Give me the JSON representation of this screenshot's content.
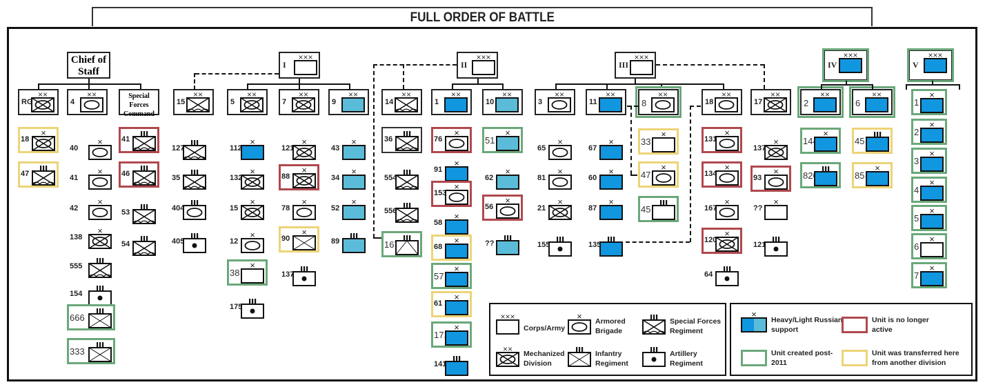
{
  "title": "FULL ORDER OF BATTLE",
  "colors": {
    "heavy_russian": "#1196e0",
    "light_russian": "#5bbcd9",
    "inactive": "#b0484e",
    "created_post_2011": "#6aa87a",
    "transferred": "#ecd477",
    "line": "#111111"
  },
  "commands": [
    {
      "id": "chief-of-staff",
      "label": "Chief of Staff",
      "type": "text"
    },
    {
      "id": "corps-1",
      "label": "I",
      "echelon": "XXX",
      "fill": "none"
    },
    {
      "id": "corps-2",
      "label": "II",
      "echelon": "XXX",
      "fill": "none"
    },
    {
      "id": "corps-3",
      "label": "III",
      "echelon": "XXX",
      "fill": "none"
    },
    {
      "id": "corps-4",
      "label": "IV",
      "echelon": "XXX",
      "fill": "heavy",
      "status": "created"
    },
    {
      "id": "corps-5",
      "label": "V",
      "echelon": "XXX",
      "fill": "heavy",
      "status": "created"
    }
  ],
  "divisions": [
    {
      "id": "div-rg",
      "label": "RG",
      "parent": "chief-of-staff",
      "echelon": "XX",
      "symbol": "mech"
    },
    {
      "id": "div-4",
      "label": "4",
      "parent": "chief-of-staff",
      "echelon": "XX",
      "symbol": "armor"
    },
    {
      "id": "div-sfc",
      "label": "Special Forces Command",
      "parent": "chief-of-staff",
      "type": "text"
    },
    {
      "id": "div-15",
      "label": "15",
      "parent": "corps-1",
      "echelon": "XX",
      "symbol": "sf",
      "link": "dashed"
    },
    {
      "id": "div-5",
      "label": "5",
      "parent": "corps-1",
      "echelon": "XX",
      "symbol": "mech"
    },
    {
      "id": "div-7",
      "label": "7",
      "parent": "corps-1",
      "echelon": "XX",
      "symbol": "mech"
    },
    {
      "id": "div-9",
      "label": "9",
      "parent": "corps-1",
      "echelon": "XX",
      "symbol": "light"
    },
    {
      "id": "div-14",
      "label": "14",
      "parent": "corps-2",
      "echelon": "XX",
      "symbol": "sf",
      "link": "dashed"
    },
    {
      "id": "div-1",
      "label": "1",
      "parent": "corps-2",
      "echelon": "XX",
      "symbol": "heavy"
    },
    {
      "id": "div-10",
      "label": "10",
      "parent": "corps-2",
      "echelon": "XX",
      "symbol": "light"
    },
    {
      "id": "div-3",
      "label": "3",
      "parent": "corps-3",
      "echelon": "XX",
      "symbol": "armor"
    },
    {
      "id": "div-11",
      "label": "11",
      "parent": "corps-3",
      "echelon": "XX",
      "symbol": "heavy"
    },
    {
      "id": "div-8",
      "label": "8",
      "parent": "corps-3",
      "echelon": "XX",
      "symbol": "armor",
      "status": "created"
    },
    {
      "id": "div-18",
      "label": "18",
      "parent": "corps-3",
      "echelon": "XX",
      "symbol": "armor"
    },
    {
      "id": "div-17",
      "label": "17",
      "parent": "corps-3",
      "echelon": "XX",
      "symbol": "mech",
      "link": "dashed"
    },
    {
      "id": "div-2",
      "label": "2",
      "parent": "corps-4",
      "echelon": "XX",
      "symbol": "heavy",
      "status": "created"
    },
    {
      "id": "div-6",
      "label": "6",
      "parent": "corps-4",
      "echelon": "XX",
      "symbol": "heavy",
      "status": "created"
    }
  ],
  "columns": [
    {
      "division": "div-rg",
      "units": [
        {
          "label": "18",
          "echelon": "X",
          "symbol": "mech",
          "status": "transferred"
        },
        {
          "label": "47",
          "echelon": "III",
          "symbol": "sf",
          "status": "transferred"
        }
      ]
    },
    {
      "division": "div-4",
      "units": [
        {
          "label": "40",
          "echelon": "X",
          "symbol": "armor"
        },
        {
          "label": "41",
          "echelon": "X",
          "symbol": "armor"
        },
        {
          "label": "42",
          "echelon": "X",
          "symbol": "armor"
        },
        {
          "label": "138",
          "echelon": "X",
          "symbol": "mech"
        },
        {
          "label": "555",
          "echelon": "III",
          "symbol": "sf"
        },
        {
          "label": "154",
          "echelon": "III",
          "symbol": "artillery"
        },
        {
          "label": "666",
          "echelon": "III",
          "symbol": "infantry",
          "status": "created"
        },
        {
          "label": "333",
          "echelon": "III",
          "symbol": "infantry",
          "status": "created"
        }
      ]
    },
    {
      "division": "div-sfc",
      "units": [
        {
          "label": "41",
          "echelon": "III",
          "symbol": "sf",
          "status": "inactive"
        },
        {
          "label": "46",
          "echelon": "III",
          "symbol": "sf",
          "status": "inactive"
        },
        {
          "label": "53",
          "echelon": "III",
          "symbol": "sf"
        },
        {
          "label": "54",
          "echelon": "III",
          "symbol": "sf"
        }
      ]
    },
    {
      "division": "div-15",
      "units": [
        {
          "label": "127",
          "echelon": "III",
          "symbol": "sf"
        },
        {
          "label": "35",
          "echelon": "III",
          "symbol": "sf"
        },
        {
          "label": "404",
          "echelon": "III",
          "symbol": "armor"
        },
        {
          "label": "405",
          "echelon": "III",
          "symbol": "artillery"
        }
      ]
    },
    {
      "division": "div-5",
      "units": [
        {
          "label": "112",
          "echelon": "X",
          "symbol": "heavy"
        },
        {
          "label": "132",
          "echelon": "X",
          "symbol": "mech"
        },
        {
          "label": "15",
          "echelon": "X",
          "symbol": "mech"
        },
        {
          "label": "12",
          "echelon": "X",
          "symbol": "armor"
        },
        {
          "label": "38",
          "echelon": "X",
          "symbol": "empty",
          "status": "created"
        },
        {
          "label": "175",
          "echelon": "III",
          "symbol": "artillery"
        }
      ]
    },
    {
      "division": "div-7",
      "units": [
        {
          "label": "121",
          "echelon": "X",
          "symbol": "mech"
        },
        {
          "label": "88",
          "echelon": "X",
          "symbol": "mech",
          "status": "inactive"
        },
        {
          "label": "78",
          "echelon": "X",
          "symbol": "armor"
        },
        {
          "label": "90",
          "echelon": "X",
          "symbol": "infantry",
          "status": "transferred"
        },
        {
          "label": "137",
          "echelon": "III",
          "symbol": "artillery"
        }
      ]
    },
    {
      "division": "div-9",
      "units": [
        {
          "label": "43",
          "echelon": "X",
          "symbol": "light"
        },
        {
          "label": "34",
          "echelon": "X",
          "symbol": "light"
        },
        {
          "label": "52",
          "echelon": "X",
          "symbol": "light"
        },
        {
          "label": "89",
          "echelon": "III",
          "symbol": "light"
        }
      ]
    },
    {
      "division": "div-14",
      "units": [
        {
          "label": "36",
          "echelon": "III",
          "symbol": "sf",
          "boxed": true
        },
        {
          "label": "554",
          "echelon": "III",
          "symbol": "sf"
        },
        {
          "label": "556",
          "echelon": "III",
          "symbol": "sf"
        },
        {
          "label": "167",
          "echelon": "III",
          "symbol": "infantry-half",
          "status": "created"
        }
      ]
    },
    {
      "division": "div-1",
      "units": [
        {
          "label": "76",
          "echelon": "X",
          "symbol": "armor",
          "status": "inactive"
        },
        {
          "label": "91",
          "echelon": "X",
          "symbol": "heavy"
        },
        {
          "label": "153",
          "echelon": "X",
          "symbol": "armor",
          "status": "inactive"
        },
        {
          "label": "58",
          "echelon": "X",
          "symbol": "heavy"
        },
        {
          "label": "68",
          "echelon": "X",
          "symbol": "heavy",
          "status": "transferred"
        },
        {
          "label": "57",
          "echelon": "X",
          "symbol": "heavy",
          "status": "created"
        },
        {
          "label": "61",
          "echelon": "X",
          "symbol": "heavy",
          "status": "transferred"
        },
        {
          "label": "171",
          "echelon": "X",
          "symbol": "heavy",
          "status": "created"
        },
        {
          "label": "141",
          "echelon": "III",
          "symbol": "heavy"
        }
      ]
    },
    {
      "division": "div-10",
      "units": [
        {
          "label": "51",
          "echelon": "X",
          "symbol": "light",
          "status": "created"
        },
        {
          "label": "62",
          "echelon": "X",
          "symbol": "light"
        },
        {
          "label": "56",
          "echelon": "X",
          "symbol": "armor",
          "status": "inactive"
        },
        {
          "label": "??",
          "echelon": "III",
          "symbol": "light"
        }
      ]
    },
    {
      "division": "div-3",
      "units": [
        {
          "label": "65",
          "echelon": "X",
          "symbol": "armor"
        },
        {
          "label": "81",
          "echelon": "X",
          "symbol": "armor"
        },
        {
          "label": "21",
          "echelon": "X",
          "symbol": "mech"
        },
        {
          "label": "155",
          "echelon": "III",
          "symbol": "artillery"
        }
      ]
    },
    {
      "division": "div-11",
      "units": [
        {
          "label": "67",
          "echelon": "X",
          "symbol": "heavy"
        },
        {
          "label": "60",
          "echelon": "X",
          "symbol": "heavy"
        },
        {
          "label": "87",
          "echelon": "X",
          "symbol": "heavy"
        },
        {
          "label": "135",
          "echelon": "III",
          "symbol": "heavy"
        }
      ]
    },
    {
      "division": "div-8",
      "units": [
        {
          "label": "33",
          "echelon": "X",
          "symbol": "empty",
          "status": "transferred"
        },
        {
          "label": "47",
          "echelon": "X",
          "symbol": "armor",
          "status": "transferred"
        },
        {
          "label": "45",
          "echelon": "III",
          "symbol": "empty",
          "status": "created"
        }
      ]
    },
    {
      "division": "div-18",
      "units": [
        {
          "label": "131",
          "echelon": "X",
          "symbol": "armor",
          "status": "inactive"
        },
        {
          "label": "134",
          "echelon": "X",
          "symbol": "armor",
          "status": "inactive"
        },
        {
          "label": "167",
          "echelon": "X",
          "symbol": "armor"
        },
        {
          "label": "120",
          "echelon": "X",
          "symbol": "mech",
          "status": "inactive"
        },
        {
          "label": "64",
          "echelon": "III",
          "symbol": "artillery"
        }
      ]
    },
    {
      "division": "div-17",
      "units": [
        {
          "label": "137",
          "echelon": "X",
          "symbol": "mech"
        },
        {
          "label": "93",
          "echelon": "X",
          "symbol": "armor",
          "status": "inactive"
        },
        {
          "label": "??",
          "echelon": "X",
          "symbol": "empty"
        },
        {
          "label": "121",
          "echelon": "III",
          "symbol": "artillery"
        }
      ]
    },
    {
      "division": "div-2",
      "units": [
        {
          "label": "144",
          "echelon": "X",
          "symbol": "heavy",
          "status": "created"
        },
        {
          "label": "826",
          "echelon": "III",
          "symbol": "heavy",
          "status": "created"
        }
      ]
    },
    {
      "division": "div-6",
      "units": [
        {
          "label": "45",
          "echelon": "III",
          "symbol": "heavy",
          "status": "transferred"
        },
        {
          "label": "85",
          "echelon": "X",
          "symbol": "heavy",
          "status": "transferred"
        }
      ]
    },
    {
      "division": "corps-5",
      "units": [
        {
          "label": "1",
          "echelon": "X",
          "symbol": "heavy",
          "status": "created"
        },
        {
          "label": "2",
          "echelon": "X",
          "symbol": "heavy",
          "status": "created"
        },
        {
          "label": "3",
          "echelon": "X",
          "symbol": "heavy",
          "status": "created"
        },
        {
          "label": "4",
          "echelon": "X",
          "symbol": "heavy",
          "status": "created"
        },
        {
          "label": "5",
          "echelon": "X",
          "symbol": "heavy",
          "status": "created"
        },
        {
          "label": "6",
          "echelon": "X",
          "symbol": "empty",
          "status": "created"
        },
        {
          "label": "7",
          "echelon": "X",
          "symbol": "heavy",
          "status": "created"
        }
      ]
    }
  ],
  "legend_symbols": {
    "items": [
      {
        "symbol": "empty",
        "echelon": "XXX",
        "label": "Corps/Army"
      },
      {
        "symbol": "armor",
        "echelon": "X",
        "label": "Armored Brigade"
      },
      {
        "symbol": "sf",
        "echelon": "III",
        "label": "Special Forces Regiment"
      },
      {
        "symbol": "mech",
        "echelon": "XX",
        "label": "Mechanized Division"
      },
      {
        "symbol": "infantry",
        "echelon": "III",
        "label": "Infantry Regiment"
      },
      {
        "symbol": "artillery",
        "echelon": "III",
        "label": "Artillery Regiment"
      }
    ]
  },
  "legend_status": {
    "items": [
      {
        "kind": "support",
        "label": "Heavy/Light Russian support"
      },
      {
        "kind": "inactive",
        "label": "Unit is no longer active"
      },
      {
        "kind": "created",
        "label": "Unit created post-2011"
      },
      {
        "kind": "transferred",
        "label": "Unit was transferred here from another division"
      }
    ]
  }
}
